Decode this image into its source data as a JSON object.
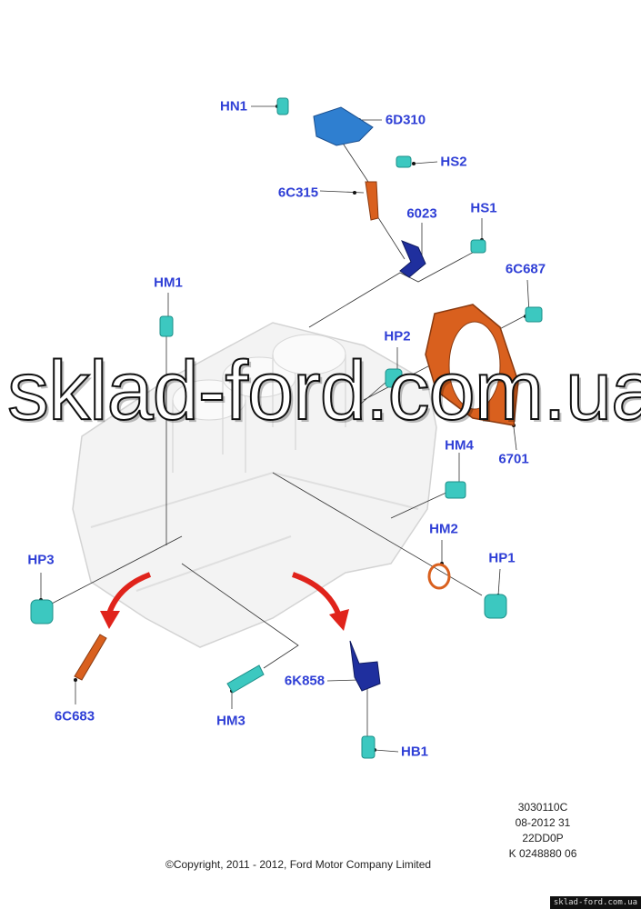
{
  "labels": {
    "HN1": "HN1",
    "6D310": "6D310",
    "HS2": "HS2",
    "6C315": "6C315",
    "6023": "6023",
    "HS1": "HS1",
    "6C687": "6C687",
    "HM1": "HM1",
    "HP2": "HP2",
    "HM4": "HM4",
    "6701": "6701",
    "HM2": "HM2",
    "HP1": "HP1",
    "HP3": "HP3",
    "6K858": "6K858",
    "6C683": "6C683",
    "HM3": "HM3",
    "HB1": "HB1"
  },
  "meta": [
    "3030110C",
    "08-2012 31",
    "22DD0P",
    "K 0248880 06"
  ],
  "copyright": "©Copyright, 2011 - 2012, Ford Motor Company Limited",
  "watermark": "sklad-ford.com.ua",
  "corner_watermark": "sklad-ford.com.ua",
  "colors": {
    "label": "#2f3fd6",
    "teal": "#3cc8c0",
    "orange": "#d9601e",
    "navy": "#1f2f9e",
    "arrow": "#e0231b"
  }
}
